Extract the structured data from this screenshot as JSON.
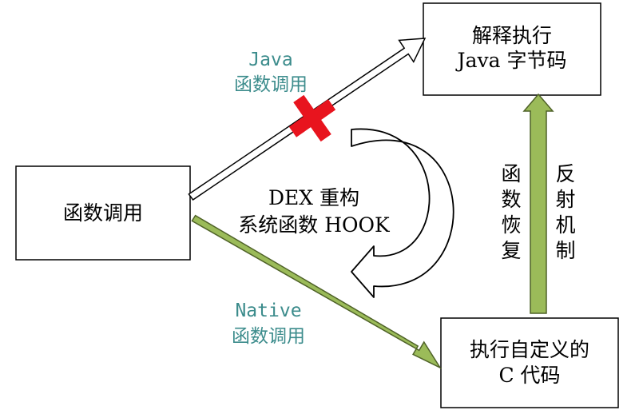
{
  "nodes": {
    "caller": {
      "label": "函数调用"
    },
    "interpret": {
      "line1": "解释执行",
      "line2": "Java 字节码"
    },
    "native_exec": {
      "line1": "执行自定义的",
      "line2": "C 代码"
    }
  },
  "edges": {
    "java_call": {
      "line1": "Java",
      "line2": "函数调用",
      "blocked": true
    },
    "native_call": {
      "line1": "Native",
      "line2": "函数调用"
    },
    "return_up": {
      "left_label": [
        "函",
        "数",
        "恢",
        "复"
      ],
      "right_label": [
        "反",
        "射",
        "机",
        "制"
      ]
    }
  },
  "center": {
    "line1": "DEX 重构",
    "line2": "系统函数 HOOK"
  },
  "colors": {
    "green_fill": "#9bbb59",
    "green_stroke": "#4f6228",
    "cross": "#e8141e",
    "teal": "#3c8c8c"
  }
}
